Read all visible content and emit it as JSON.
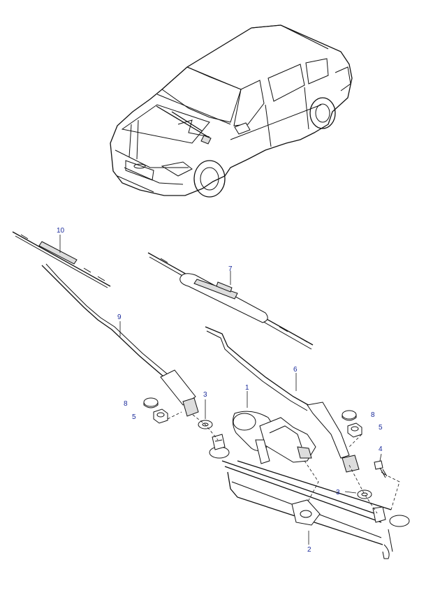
{
  "callouts": {
    "c1": "1",
    "c2": "2",
    "c3a": "3",
    "c3b": "3",
    "c4": "4",
    "c5a": "5",
    "c5b": "5",
    "c6": "6",
    "c7": "7",
    "c8a": "8",
    "c8b": "8",
    "c9": "9",
    "c10": "10"
  },
  "colors": {
    "callout": "#1a2a9a",
    "line": "#111111"
  }
}
